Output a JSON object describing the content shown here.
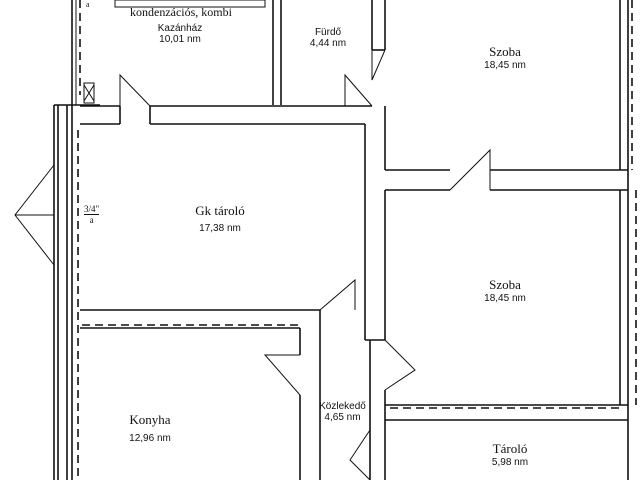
{
  "boiler_note": "kondenzációs, kombi",
  "pipe_mark_top": "a",
  "pipe_size": "3/4\"",
  "pipe_mark": "a",
  "rooms": [
    {
      "name": "Kazánház",
      "area": "10,01 nm"
    },
    {
      "name": "Fürdő",
      "area": "4,44 nm"
    },
    {
      "name": "Szoba",
      "area": "18,45 nm"
    },
    {
      "name": "Gk tároló",
      "area": "17,38 nm"
    },
    {
      "name": "Szoba",
      "area": "18,45 nm"
    },
    {
      "name": "Konyha",
      "area": "12,96 nm"
    },
    {
      "name": "Közlekedő",
      "area": "4,65 nm"
    },
    {
      "name": "Tároló",
      "area": "5,98 nm"
    }
  ]
}
